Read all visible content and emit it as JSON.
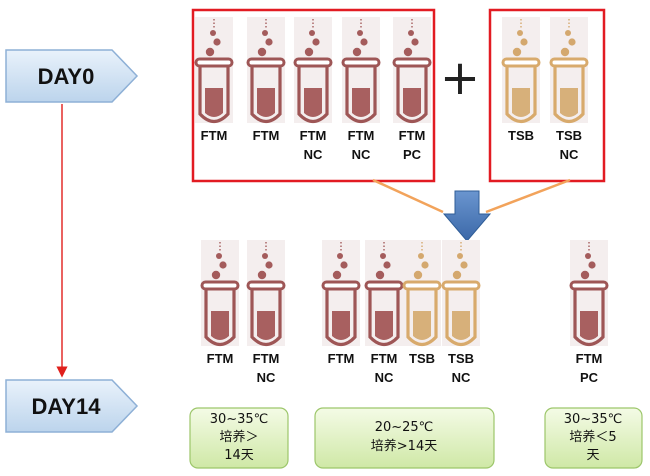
{
  "days": {
    "start": "DAY0",
    "end": "DAY14"
  },
  "tube_colors": {
    "FTM": {
      "stroke": "#9e5656",
      "fill": "#a86060",
      "bubble": "#a45c5c"
    },
    "TSB": {
      "stroke": "#d8aa6c",
      "fill": "#d7b07a",
      "bubble": "#d4a86e"
    }
  },
  "day0": {
    "ftm_tubes": [
      {
        "medium": "FTM",
        "lines": [
          "FTM"
        ]
      },
      {
        "medium": "FTM",
        "lines": [
          "FTM"
        ]
      },
      {
        "medium": "FTM",
        "lines": [
          "FTM",
          "NC"
        ]
      },
      {
        "medium": "FTM",
        "lines": [
          "FTM",
          "NC"
        ]
      },
      {
        "medium": "FTM",
        "lines": [
          "FTM",
          "PC"
        ]
      }
    ],
    "plus_sign": "+",
    "tsb_tubes": [
      {
        "medium": "TSB",
        "lines": [
          "TSB"
        ]
      },
      {
        "medium": "TSB",
        "lines": [
          "TSB",
          "NC"
        ]
      }
    ]
  },
  "day14": {
    "group1": {
      "tubes": [
        {
          "medium": "FTM",
          "lines": [
            "FTM"
          ]
        },
        {
          "medium": "FTM",
          "lines": [
            "FTM",
            "NC"
          ]
        }
      ],
      "condition": [
        "30~35℃",
        "培养＞",
        "14天"
      ]
    },
    "group2": {
      "tubes": [
        {
          "medium": "FTM",
          "lines": [
            "FTM"
          ]
        },
        {
          "medium": "FTM",
          "lines": [
            "FTM",
            "NC"
          ]
        },
        {
          "medium": "TSB",
          "lines": [
            "TSB"
          ]
        },
        {
          "medium": "TSB",
          "lines": [
            "TSB",
            "NC"
          ]
        }
      ],
      "condition": [
        "20~25℃",
        "培养>14天"
      ]
    },
    "group3": {
      "tubes": [
        {
          "medium": "FTM",
          "lines": [
            "FTM",
            "PC"
          ]
        }
      ],
      "condition": [
        "30~35℃",
        "培养＜5",
        "天"
      ]
    }
  }
}
